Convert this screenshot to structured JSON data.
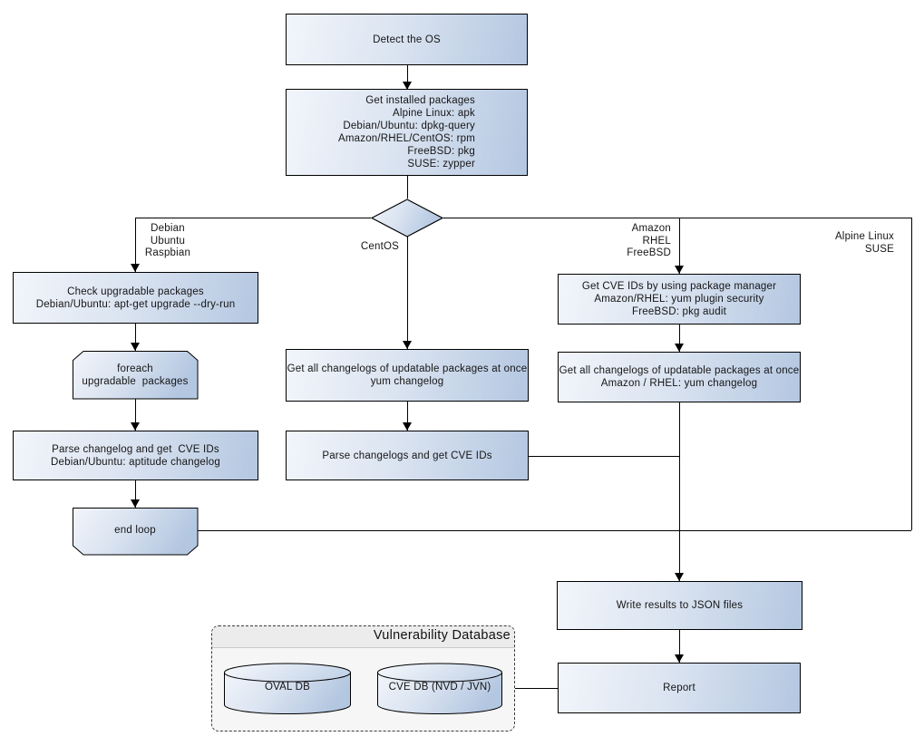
{
  "nodes": {
    "detect_os": {
      "label": "Detect the OS"
    },
    "get_installed_packages": {
      "lines": [
        "Get installed packages",
        "Alpine Linux: apk",
        "Debian/Ubuntu: dpkg-query",
        "Amazon/RHEL/CentOS: rpm",
        "FreeBSD: pkg",
        "SUSE: zypper"
      ]
    },
    "check_upgradable_packages": {
      "lines": [
        "Check upgradable packages",
        "Debian/Ubuntu: apt-get upgrade --dry-run"
      ]
    },
    "foreach_loop_start": {
      "lines": [
        "foreach",
        "upgradable  packages"
      ]
    },
    "parse_changelog_debian": {
      "lines": [
        "Parse changelog and get  CVE IDs",
        "Debian/Ubuntu: aptitude changelog"
      ]
    },
    "end_loop": {
      "label": "end loop"
    },
    "get_changelogs_centos": {
      "lines": [
        "Get all changelogs of updatable packages at once",
        "yum changelog"
      ]
    },
    "parse_changelogs_centos": {
      "label": "Parse changelogs and get CVE IDs"
    },
    "get_cve_ids_pkg_manager": {
      "lines": [
        "Get CVE IDs by using package manager",
        "Amazon/RHEL: yum plugin security",
        "FreeBSD: pkg audit"
      ]
    },
    "get_changelogs_amazon": {
      "lines": [
        "Get all changelogs of updatable packages at once",
        "Amazon / RHEL: yum changelog"
      ]
    },
    "write_results": {
      "label": "Write results to JSON files"
    },
    "report": {
      "label": "Report"
    }
  },
  "branch_labels": {
    "debian": {
      "lines": [
        "Debian",
        "Ubuntu",
        "Raspbian"
      ]
    },
    "centos": {
      "label": "CentOS"
    },
    "amazon": {
      "lines": [
        "Amazon",
        "RHEL",
        "FreeBSD"
      ]
    },
    "alpine": {
      "lines": [
        "Alpine Linux",
        "SUSE"
      ]
    }
  },
  "database_group": {
    "title": "Vulnerability Database",
    "databases": [
      {
        "label": "OVAL DB"
      },
      {
        "label": "CVE DB (NVD / JVN)"
      }
    ]
  },
  "colors": {
    "node_fill_light": "#f2f5fb",
    "node_fill_dark": "#b4c7e1",
    "node_border": "#000000",
    "edge": "#000000",
    "group_header_fill": "#ececec",
    "group_body_fill": "#f5f6f5",
    "group_border": "#3a3a3a",
    "background": "#ffffff"
  }
}
